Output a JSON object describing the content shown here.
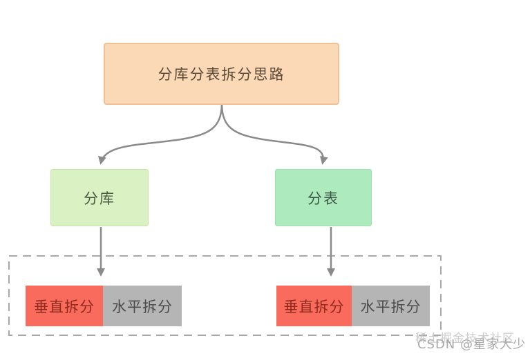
{
  "diagram": {
    "root": {
      "label": "分库分表拆分思路",
      "fill": "#fbd9b6",
      "border": "#f0c193"
    },
    "branches": [
      {
        "id": "db",
        "label": "分库",
        "fill": "#d9f1c3"
      },
      {
        "id": "table",
        "label": "分表",
        "fill": "#adebbe"
      }
    ],
    "leaf_groups": [
      {
        "parent": "分库",
        "items": [
          {
            "label": "垂直拆分",
            "type": "vertical",
            "fill": "#f96b5c"
          },
          {
            "label": "水平拆分",
            "type": "horizontal",
            "fill": "#b5b5b5"
          }
        ]
      },
      {
        "parent": "分表",
        "items": [
          {
            "label": "垂直拆分",
            "type": "vertical",
            "fill": "#f96b5c"
          },
          {
            "label": "水平拆分",
            "type": "horizontal",
            "fill": "#b5b5b5"
          }
        ]
      }
    ],
    "colors": {
      "arrow": "#8a8a8a",
      "dashed_container_border": "#a8a8a8",
      "leaf_red_text": "#8f291e",
      "leaf_gray_text": "#4b4b4b"
    }
  },
  "watermark": {
    "community": "稀土掘金技术社区",
    "csdn": "CSDN @星家大少"
  }
}
